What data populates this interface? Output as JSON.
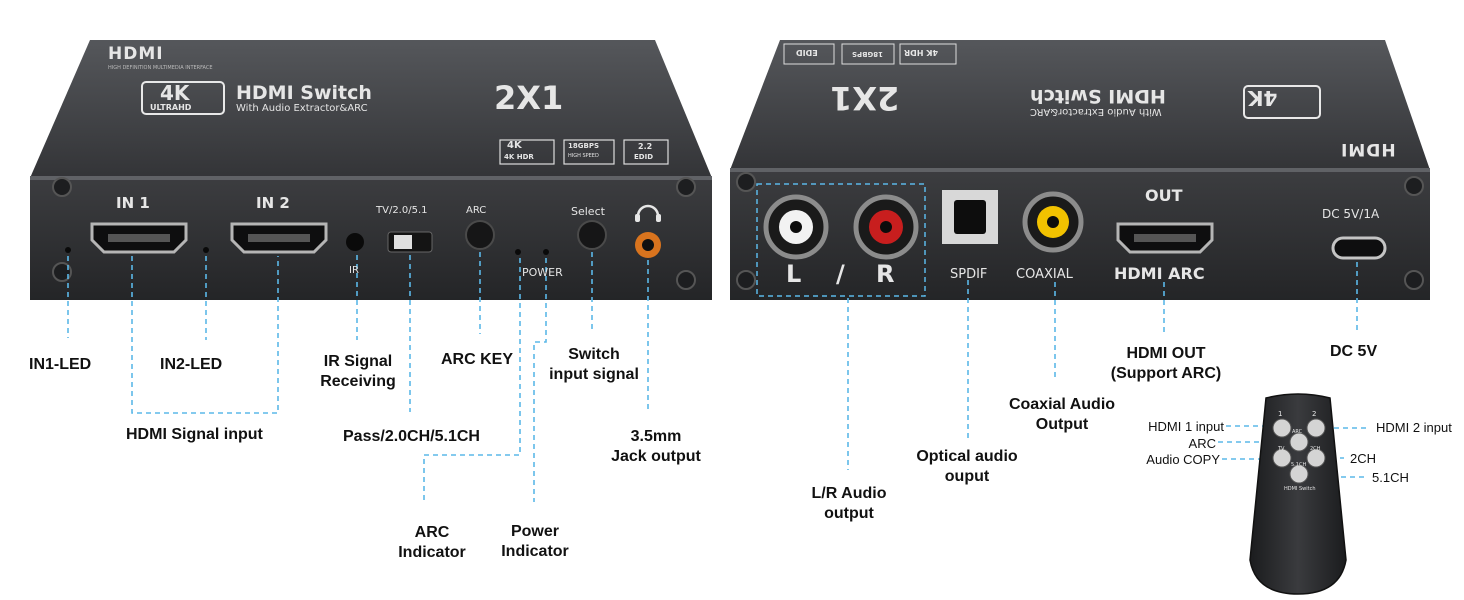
{
  "colors": {
    "leader": "#5bb8e8",
    "panel": "#2e2f31",
    "body_top": "#3a3b3e",
    "orange": "#d9741e",
    "red": "#c81e1e",
    "yellow": "#f2c200"
  },
  "front_device": {
    "brand_logo": "HDMI",
    "brand_tag": "HIGH DEFINITION MULTIMEDIA INTERFACE",
    "badge_4k": "4K",
    "badge_ultrahd": "ULTRAHD",
    "title": "HDMI Switch",
    "subtitle": "With Audio Extractor&ARC",
    "model": "2X1",
    "spec1_top": "4K",
    "spec1_bottom": "4K HDR",
    "spec2_top": "18GBPS",
    "spec2_bottom": "HIGH SPEED",
    "spec3_top": "2.2",
    "spec3_bottom": "EDID",
    "port_in1": "IN 1",
    "port_in2": "IN 2",
    "mode_switch": "TV/2.0/5.1",
    "arc_button": "ARC",
    "select_button": "Select",
    "ir_label": "IR",
    "power_label": "POWER"
  },
  "rear_device": {
    "lr_label_l": "L",
    "lr_label_slash": "/",
    "lr_label_r": "R",
    "spdif_label": "SPDIF",
    "coaxial_label": "COAXIAL",
    "out_label": "OUT",
    "hdmi_arc_label": "HDMI ARC",
    "dc_label": "DC 5V/1A"
  },
  "callouts": {
    "in1_led": "IN1-LED",
    "in2_led": "IN2-LED",
    "hdmi_signal_input": "HDMI Signal input",
    "ir_signal": "IR Signal",
    "ir_signal_2": "Receiving",
    "pass_mode": "Pass/2.0CH/5.1CH",
    "arc_key": "ARC KEY",
    "switch_input": "Switch",
    "switch_input_2": "input signal",
    "jack_output": "3.5mm",
    "jack_output_2": "Jack output",
    "arc_indicator": "ARC",
    "arc_indicator_2": "Indicator",
    "power_indicator": "Power",
    "power_indicator_2": "Indicator",
    "lr_audio": "L/R Audio",
    "lr_audio_2": "output",
    "optical_audio": "Optical audio",
    "optical_audio_2": "ouput",
    "coaxial_audio": "Coaxial Audio",
    "coaxial_audio_2": "Output",
    "hdmi_out": "HDMI OUT",
    "hdmi_out_2": "(Support ARC)",
    "dc_5v": "DC 5V"
  },
  "remote": {
    "hdmi1_input": "HDMI 1 input",
    "hdmi2_input": "HDMI 2 input",
    "arc": "ARC",
    "audio_copy": "Audio COPY",
    "ch2": "2CH",
    "ch51": "5.1CH",
    "key1": "1",
    "key2": "2",
    "key_arc": "ARC",
    "key_tv": "TV",
    "key_2ch": "2CH",
    "key_51": "5.1CH",
    "brand": "HDMI Switch"
  }
}
